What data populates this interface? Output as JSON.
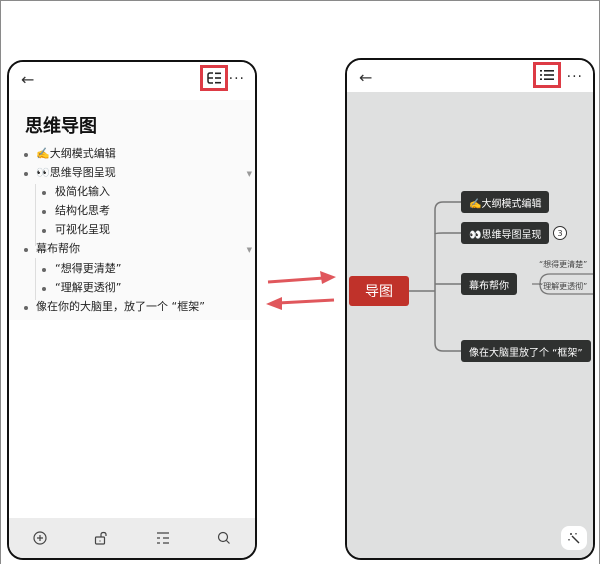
{
  "left_phone": {
    "topbar": {
      "back_icon": "←",
      "outline_toggle_icon": "mindmap-toggle-icon",
      "more_icon": "···"
    },
    "title": "思维导图",
    "outline": [
      {
        "label": "✍️大纲模式编辑",
        "level": 0
      },
      {
        "label": "👀思维导图呈现",
        "level": 0,
        "collapsible": true
      },
      {
        "label": "极简化输入",
        "level": 1
      },
      {
        "label": "结构化思考",
        "level": 1
      },
      {
        "label": "可视化呈现",
        "level": 1
      },
      {
        "label": "幕布帮你",
        "level": 0,
        "collapsible": true
      },
      {
        "label": "“想得更清楚”",
        "level": 1
      },
      {
        "label": "“理解更透彻”",
        "level": 1
      },
      {
        "label": "像在你的大脑里，放了一个 “框架”",
        "level": 0
      }
    ],
    "bottombar": [
      "add-icon",
      "unlock-icon",
      "format-icon",
      "search-icon"
    ]
  },
  "right_phone": {
    "topbar": {
      "back_icon": "←",
      "outline_toggle_icon": "list-icon",
      "more_icon": "···"
    },
    "mindmap": {
      "root": "导图",
      "nodes": [
        {
          "label": "✍️大纲模式编辑"
        },
        {
          "label": "👀思维导图呈现",
          "collapsed_count": "3"
        },
        {
          "label": "幕布帮你",
          "children": [
            "“想得更清楚”",
            "“理解更透彻”"
          ]
        },
        {
          "label": "像在大脑里放了个 “框架”"
        }
      ]
    }
  },
  "colors": {
    "highlight": "#dd3b45",
    "root_node": "#c0322a",
    "node": "#2f3130",
    "canvas": "#dfe0e0",
    "arrow": "#e0575c"
  }
}
